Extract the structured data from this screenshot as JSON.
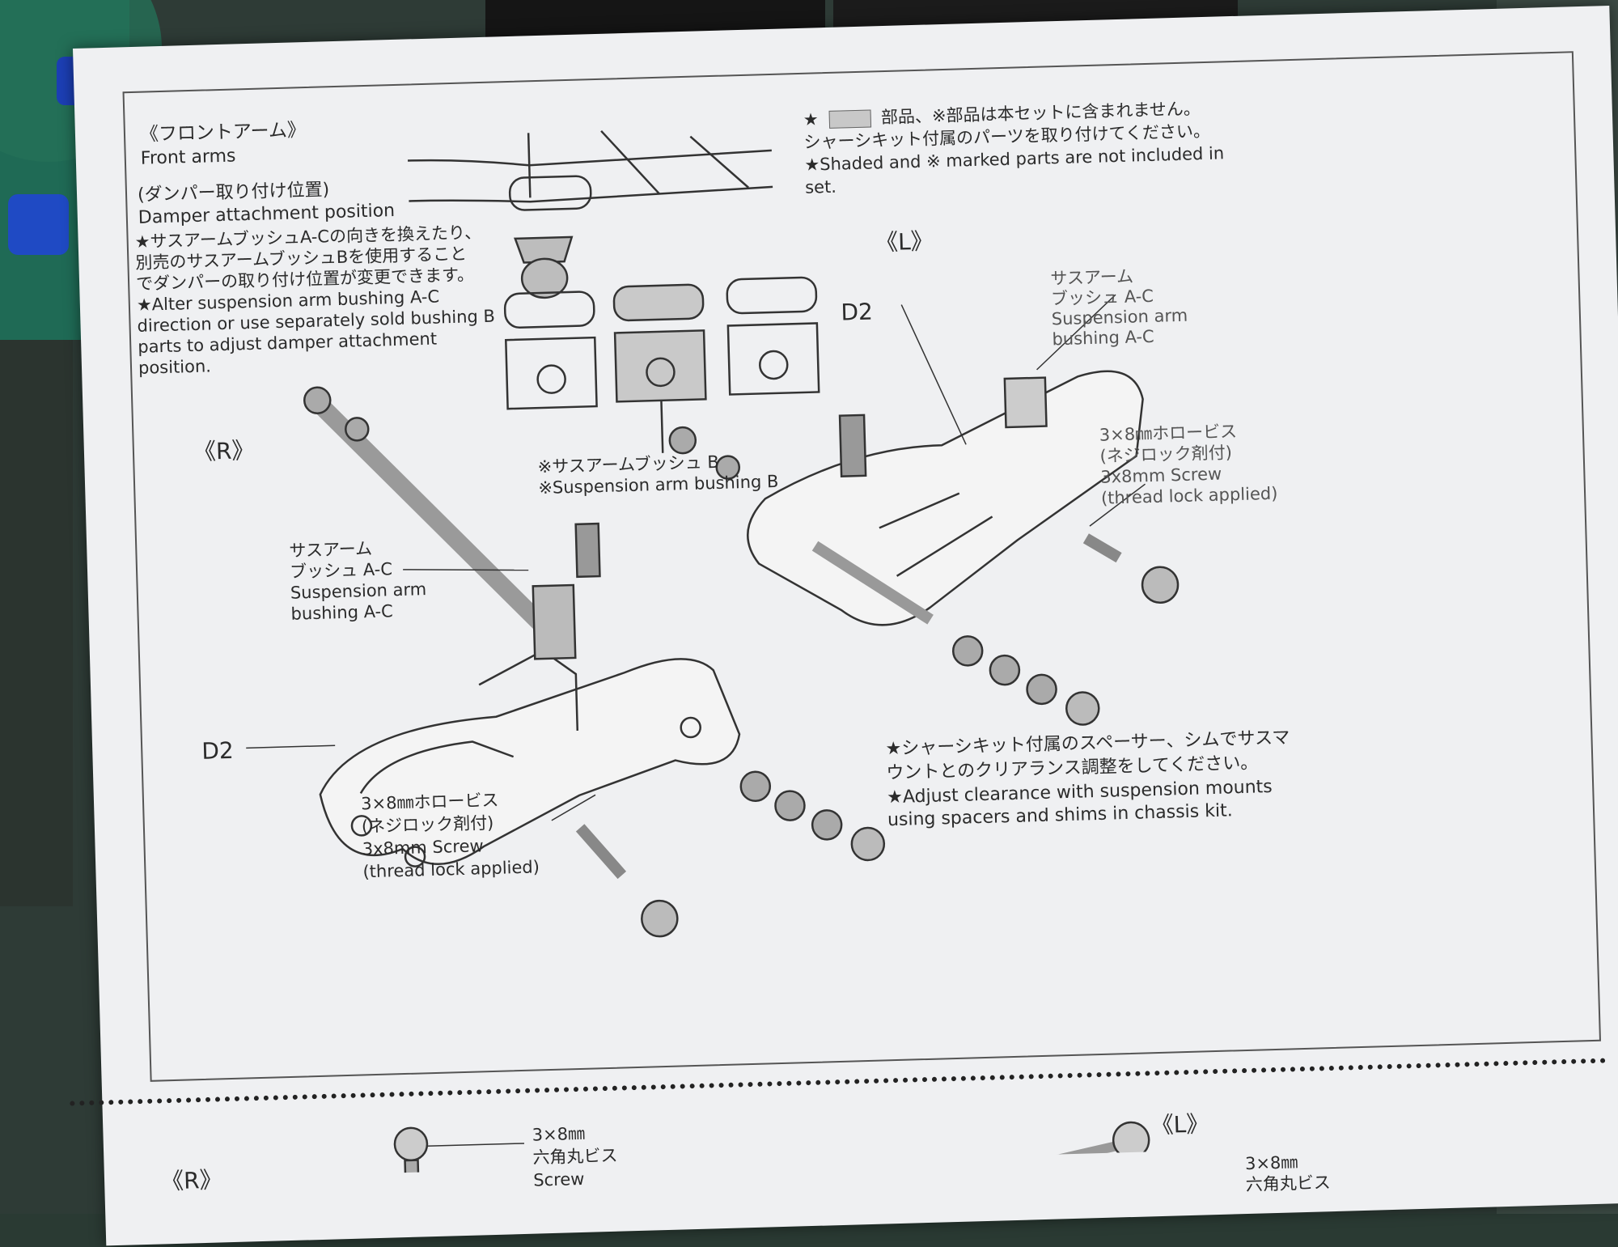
{
  "sheet": {
    "front_arms_ja": "《フロントアーム》",
    "front_arms_en": "Front arms",
    "damper_ja": "(ダンパー取り付け位置)",
    "damper_en": "Damper attachment position",
    "alter_ja_1": "★サスアームブッシュA-Cの向きを換えたり、",
    "alter_ja_2": "別売のサスアームブッシュBを使用すること",
    "alter_ja_3": "でダンパーの取り付け位置が変更できます。",
    "alter_en_1": "★Alter suspension arm bushing A-C",
    "alter_en_2": "direction or use separately sold bushing B",
    "alter_en_3": "parts to adjust damper attachment",
    "alter_en_4": "position.",
    "bushing_b_ja": "※サスアームブッシュ B",
    "bushing_b_en": "※Suspension arm bushing B",
    "shaded_ja_1a": "★",
    "shaded_ja_1b": "部品、※部品は本セットに含まれません。",
    "shaded_ja_2": "シャーシキット付属のパーツを取り付けてください。",
    "shaded_en_1": "★Shaded and ※ marked parts are not included in",
    "shaded_en_2": "set.",
    "label_L": "《L》",
    "label_R": "《R》",
    "d2": "D2",
    "bushing_ac_ja_1": "サスアーム",
    "bushing_ac_ja_2": "ブッシュ A-C",
    "bushing_ac_en_1": "Suspension arm",
    "bushing_ac_en_2": "bushing A-C",
    "screw_ja_1": "3×8㎜ホロービス",
    "screw_ja_2": "(ネジロック剤付)",
    "screw_en_1": "3x8mm Screw",
    "screw_en_2": "(thread lock applied)",
    "adjust_ja_1": "★シャーシキット付属のスペーサー、シムでサスマ",
    "adjust_ja_2": "ウントとのクリアランス調整をしてください。",
    "adjust_en_1": "★Adjust clearance with suspension mounts",
    "adjust_en_2": "using spacers and shims in chassis kit.",
    "next_R": "《R》",
    "next_L": "《L》",
    "next_screw_1": "3×8㎜",
    "next_screw_2": "六角丸ビス",
    "next_screw_3": "Screw",
    "next_screw_4": "3×8㎜",
    "next_screw_5": "六角丸ビス"
  }
}
